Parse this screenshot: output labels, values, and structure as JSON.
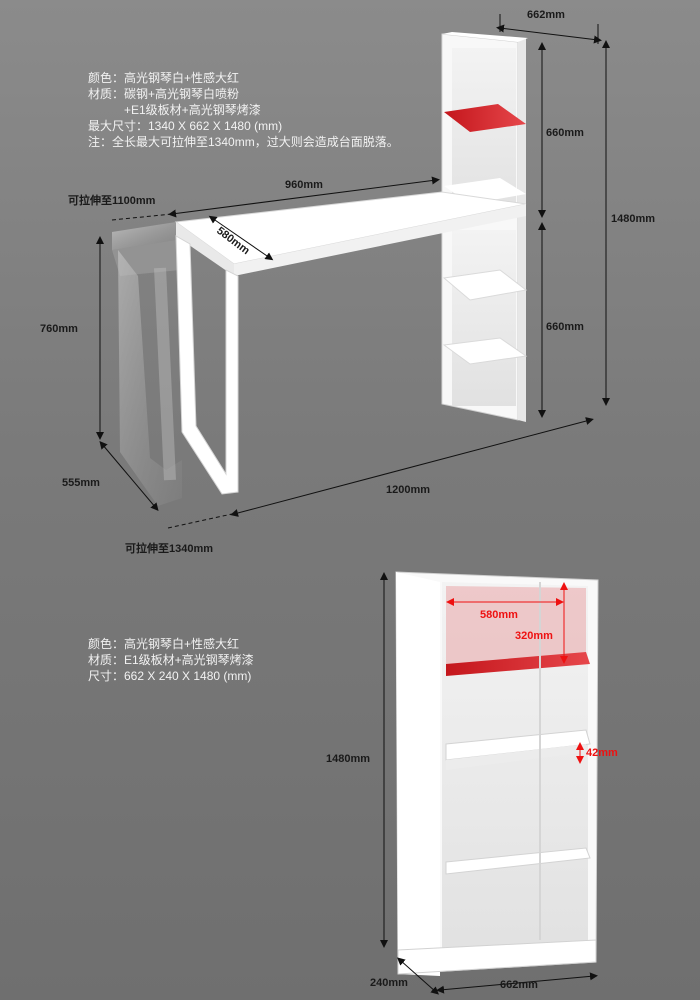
{
  "top_product": {
    "specs": {
      "color": "颜色：高光钢琴白+性感大红",
      "material_1": "材质：碳钢+高光钢琴白喷粉",
      "material_2": "+E1级板材+高光钢琴烤漆",
      "max_size": "最大尺寸：1340 X 662 X 1480 (mm)",
      "note": "注：全长最大可拉伸至1340mm，过大则会造成台面脱落。"
    },
    "dimensions": {
      "shelf_width": "662mm",
      "shelf_upper_height": "660mm",
      "shelf_lower_height": "660mm",
      "shelf_total_height": "1480mm",
      "desk_length": "960mm",
      "desk_depth": "580mm",
      "extend_to_1100": "可拉伸至1100mm",
      "desk_height": "760mm",
      "leg_depth": "555mm",
      "total_length": "1200mm",
      "extend_to_1340": "可拉伸至1340mm"
    }
  },
  "bottom_product": {
    "specs": {
      "color": "颜色：高光钢琴白+性感大红",
      "material": "材质：E1级板材+高光钢琴烤漆",
      "size": "尺寸：662 X 240 X 1480 (mm)"
    },
    "dimensions": {
      "inner_width": "580mm",
      "inner_height": "320mm",
      "board_thickness": "42mm",
      "total_height": "1480mm",
      "depth": "240mm",
      "width": "662mm"
    }
  },
  "colors": {
    "background": "#7f7f7f",
    "accent_red": "#d92a2f",
    "furniture_white": "#f7f7f7"
  }
}
